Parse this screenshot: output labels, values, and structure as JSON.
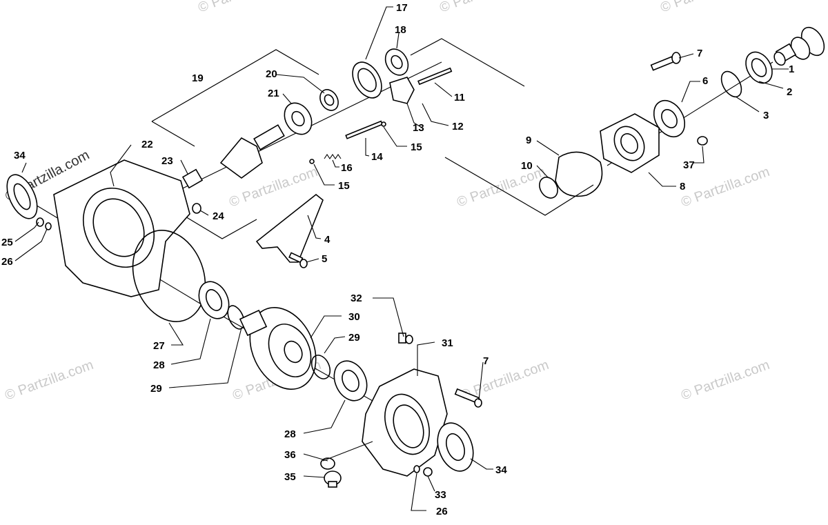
{
  "watermark": {
    "text": "© Partzilla.com",
    "logo_text": "© Partzilla.com"
  },
  "callouts": {
    "c1": "1",
    "c2": "2",
    "c3": "3",
    "c4": "4",
    "c5": "5",
    "c6": "6",
    "c7a": "7",
    "c7b": "7",
    "c8": "8",
    "c9": "9",
    "c10": "10",
    "c11": "11",
    "c12": "12",
    "c13": "13",
    "c14": "14",
    "c15a": "15",
    "c15b": "15",
    "c16": "16",
    "c17": "17",
    "c18": "18",
    "c19": "19",
    "c20": "20",
    "c21": "21",
    "c22": "22",
    "c23": "23",
    "c24": "24",
    "c25": "25",
    "c26a": "26",
    "c26b": "26",
    "c27": "27",
    "c28a": "28",
    "c28b": "28",
    "c29a": "29",
    "c29b": "29",
    "c30": "30",
    "c31": "31",
    "c32": "32",
    "c33": "33",
    "c34a": "34",
    "c34b": "34",
    "c35": "35",
    "c36": "36",
    "c37": "37"
  }
}
